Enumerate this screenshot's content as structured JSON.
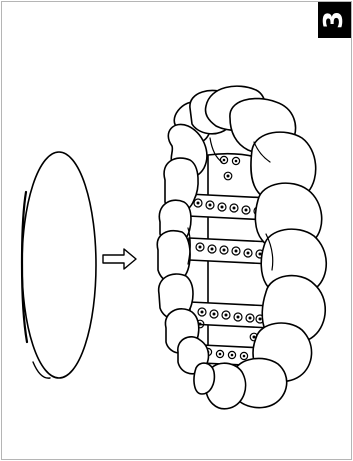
{
  "step_number": "3",
  "colors": {
    "ink": "#000000",
    "paper": "#ffffff",
    "frame": "#b5b5b5",
    "badge": "#000000"
  },
  "illustration": {
    "source": "flat-disc",
    "arrow": "outline-arrow-right",
    "result": "inflated-ring-roll"
  }
}
